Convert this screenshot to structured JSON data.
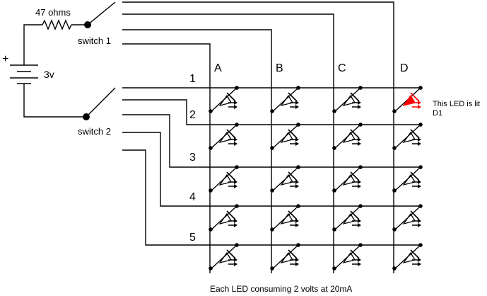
{
  "labels": {
    "resistor": "47 ohms",
    "battery": "3v",
    "plus": "+",
    "switch1": "switch 1",
    "switch2": "switch 2",
    "columns": [
      "A",
      "B",
      "C",
      "D"
    ],
    "rows": [
      "1",
      "2",
      "3",
      "4",
      "5"
    ],
    "lit_note_line1": "This LED is lit",
    "lit_note_line2": "D1",
    "footer": "Each LED consuming 2 volts at 20mA"
  },
  "colors": {
    "wire": "#000000",
    "lit_led": "#ff0000",
    "background": "#ffffff"
  },
  "grid": {
    "columns": 4,
    "rows": 5,
    "lit_led": {
      "row": 1,
      "column": "D"
    }
  },
  "icons": [
    "resistor-icon",
    "battery-icon",
    "switch-icon",
    "led-icon"
  ]
}
